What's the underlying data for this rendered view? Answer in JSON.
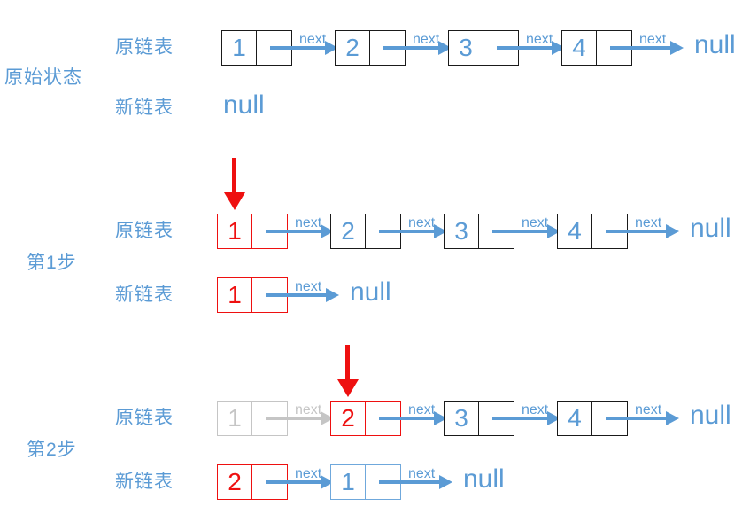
{
  "colors": {
    "blue": "#5B9BD5",
    "blue_border": "#6FA8DC",
    "red": "#EE1010",
    "gray": "#C5C5C5",
    "black": "#1A1A1A",
    "background": "#FFFFFF"
  },
  "next_label": "next",
  "sections": [
    {
      "label": "原始状态",
      "rows": [
        {
          "label": "原链表",
          "nodes": [
            {
              "value": "1",
              "style": "normal",
              "link": "blue"
            },
            {
              "value": "2",
              "style": "normal",
              "link": "blue"
            },
            {
              "value": "3",
              "style": "normal",
              "link": "blue"
            },
            {
              "value": "4",
              "style": "normal",
              "link": "blue"
            }
          ],
          "terminal": "null"
        },
        {
          "label": "新链表",
          "nodes": [],
          "terminal": "null"
        }
      ]
    },
    {
      "label": "第1步",
      "rows": [
        {
          "label": "原链表",
          "pointer_node_index": 0,
          "nodes": [
            {
              "value": "1",
              "style": "red",
              "link": "blue"
            },
            {
              "value": "2",
              "style": "normal",
              "link": "blue"
            },
            {
              "value": "3",
              "style": "normal",
              "link": "blue"
            },
            {
              "value": "4",
              "style": "normal",
              "link": "blue"
            }
          ],
          "terminal": "null"
        },
        {
          "label": "新链表",
          "nodes": [
            {
              "value": "1",
              "style": "red",
              "link": "blue"
            }
          ],
          "terminal": "null"
        }
      ]
    },
    {
      "label": "第2步",
      "rows": [
        {
          "label": "原链表",
          "pointer_node_index": 1,
          "nodes": [
            {
              "value": "1",
              "style": "faded",
              "link": "gray"
            },
            {
              "value": "2",
              "style": "red",
              "link": "blue"
            },
            {
              "value": "3",
              "style": "normal",
              "link": "blue"
            },
            {
              "value": "4",
              "style": "normal",
              "link": "blue"
            }
          ],
          "terminal": "null"
        },
        {
          "label": "新链表",
          "nodes": [
            {
              "value": "2",
              "style": "red",
              "link": "blue"
            },
            {
              "value": "1",
              "style": "blue",
              "link": "blue"
            }
          ],
          "terminal": "null"
        }
      ]
    }
  ]
}
